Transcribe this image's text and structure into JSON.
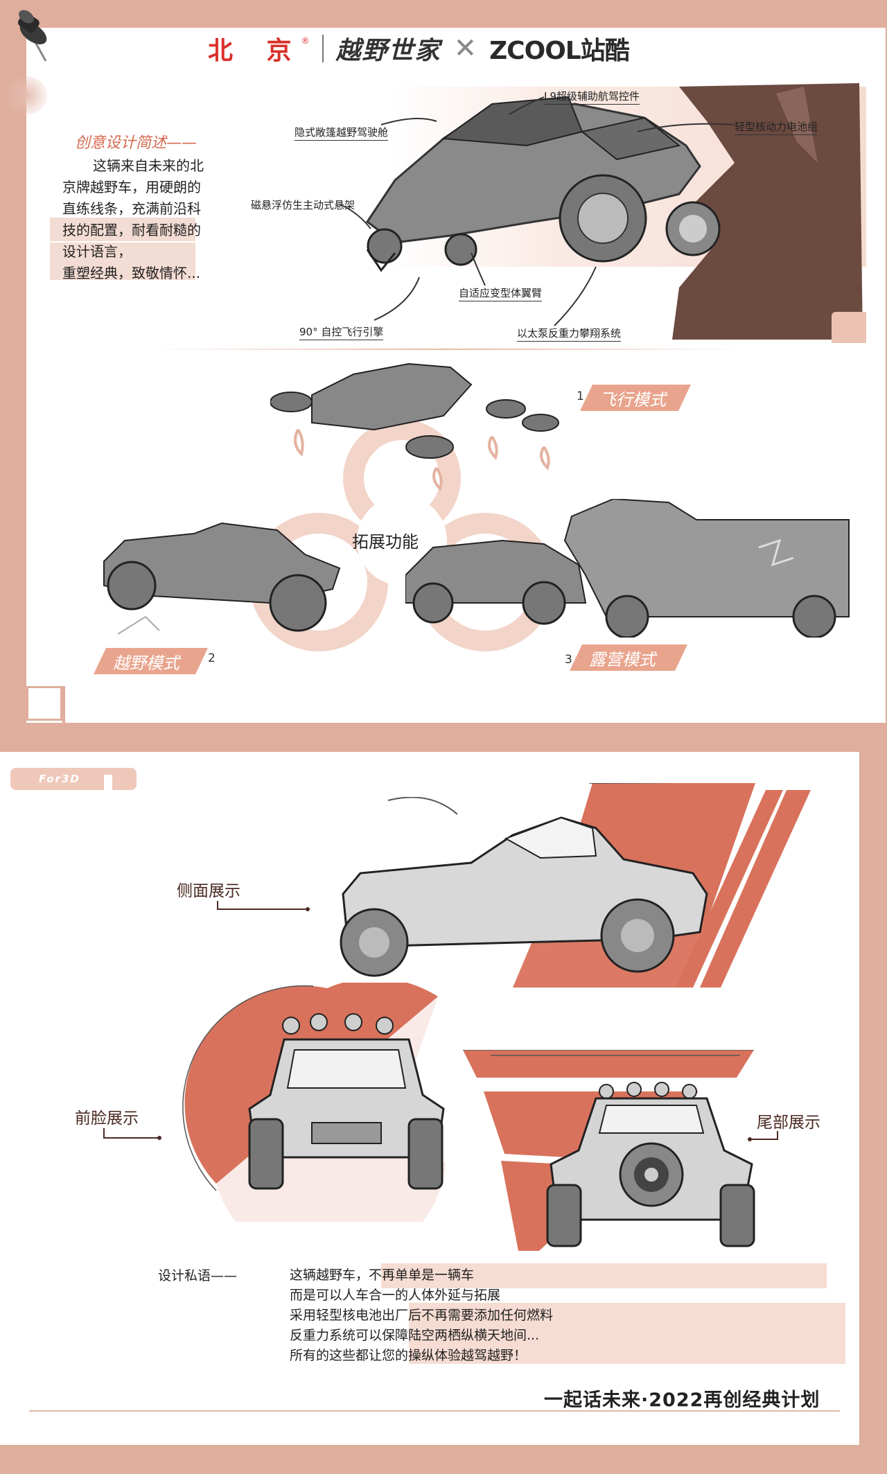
{
  "header": {
    "brand_beijing": "北 京",
    "registered_mark": "®",
    "brand_yueye": "越野世家",
    "cross": "✕",
    "brand_zcool": "ZCOOL站酷"
  },
  "brief": {
    "title": "创意设计简述——",
    "lines": [
      "这辆来自未来的北",
      "京牌越野车，用硬朗的",
      "直练线条，充满前沿科",
      "技的配置，耐看耐糙的",
      "设计语言，",
      "重塑经典，致敬情怀..."
    ]
  },
  "callouts": {
    "cabin": "隐式敞篷越野驾驶舱",
    "l9": "L9超级辅助航驾控件",
    "battery": "轻型核动力电池组",
    "suspension": "磁悬浮仿生主动式悬架",
    "wing": "自适应变型体翼臂",
    "engine": "90° 自控飞行引擎",
    "ether": "以太泵反重力攀翔系统"
  },
  "expansion": {
    "center": "拓展功能",
    "modes": [
      {
        "num": "1",
        "label": "飞行模式"
      },
      {
        "num": "2",
        "label": "越野模式"
      },
      {
        "num": "3",
        "label": "露营模式"
      }
    ]
  },
  "section2": {
    "tag": "For3D",
    "views": {
      "side": "侧面展示",
      "front": "前脸展示",
      "rear": "尾部展示"
    },
    "notes_title": "设计私语——",
    "notes": [
      "这辆越野车，不再单单是一辆车",
      "而是可以人车合一的人体外延与拓展",
      "采用轻型核电池出厂后不再需要添加任何燃料",
      "反重力系统可以保障陆空两栖纵横天地间...",
      "所有的这些都让您的操纵体验越驾越野！"
    ],
    "slogan": "一起话未来·2022再创经典计划"
  },
  "colors": {
    "frame": "#dfae9c",
    "accent": "#d9725c",
    "mode_tag": "#e9a48d",
    "brief_title": "#d36a4f",
    "dark_brush": "#6b4a40"
  },
  "icons": [
    "pushpin-icon",
    "arrow-icon",
    "car-sketch"
  ]
}
